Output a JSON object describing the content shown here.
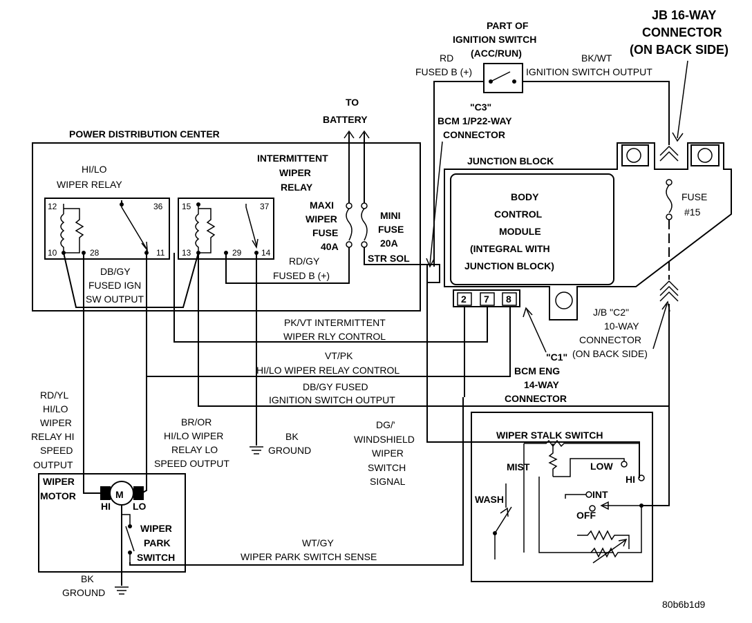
{
  "id_code": "80b6b1d9",
  "pdc": {
    "title": "POWER DISTRIBUTION CENTER",
    "hilo_relay": [
      "HI/LO",
      "WIPER RELAY"
    ],
    "hilo_pins": {
      "p12": "12",
      "p36": "36",
      "p10": "10",
      "p28": "28",
      "p11": "11"
    },
    "int_relay": [
      "INTERMITTENT",
      "WIPER",
      "RELAY"
    ],
    "int_pins": {
      "p15": "15",
      "p37": "37",
      "p13": "13",
      "p29": "29",
      "p14": "14"
    },
    "dbgy_lines": [
      "DB/GY",
      "FUSED IGN",
      "SW OUTPUT"
    ],
    "maxi_fuse": [
      "MAXI",
      "WIPER",
      "FUSE",
      "40A"
    ],
    "mini_fuse": [
      "MINI",
      "FUSE",
      "20A"
    ],
    "str_sol": "STR SOL",
    "rdgy_lines": [
      "RD/GY",
      "FUSED B (+)"
    ]
  },
  "battery": [
    "TO",
    "BATTERY"
  ],
  "ignition": {
    "title": [
      "PART OF",
      "IGNITION SWITCH",
      "(ACC/RUN)"
    ],
    "rd_lines": [
      "RD",
      "FUSED B (+)"
    ],
    "bkwt_lines": [
      "BK/WT",
      "IGNITION SWITCH OUTPUT"
    ]
  },
  "jb16": [
    "JB 16-WAY",
    "CONNECTOR",
    "(ON BACK SIDE)"
  ],
  "c3": [
    "\"C3\"",
    "BCM 1/P22-WAY",
    "CONNECTOR"
  ],
  "junction_block": {
    "title": "JUNCTION BLOCK",
    "bcm_lines": [
      "BODY",
      "CONTROL",
      "MODULE",
      "(INTEGRAL WITH",
      "JUNCTION BLOCK)"
    ],
    "fuse": [
      "FUSE",
      "#15"
    ],
    "pins": [
      "2",
      "7",
      "8"
    ]
  },
  "c2": [
    "J/B \"C2\"",
    "10-WAY",
    "CONNECTOR",
    "(ON BACK SIDE)"
  ],
  "c1": [
    "\"C1\"",
    "BCM ENG",
    "14-WAY",
    "CONNECTOR"
  ],
  "wires": {
    "pkvt": [
      "PK/VT INTERMITTENT",
      "WIPER RLY CONTROL"
    ],
    "vtpk": [
      "VT/PK",
      "HI/LO WIPER RELAY CONTROL"
    ],
    "dbgy": [
      "DB/GY FUSED",
      "IGNITION SWITCH OUTPUT"
    ],
    "rdyl": [
      "RD/YL",
      "HI/LO",
      "WIPER",
      "RELAY HI",
      "SPEED",
      "OUTPUT"
    ],
    "bror": [
      "BR/OR",
      "HI/LO WIPER",
      "RELAY LO",
      "SPEED OUTPUT"
    ],
    "bk_ground_mid": [
      "BK",
      "GROUND"
    ],
    "dg": [
      "DG/'",
      "WINDSHIELD",
      "WIPER",
      "SWITCH",
      "SIGNAL"
    ],
    "wtgy": [
      "WT/GY",
      "WIPER PARK SWITCH SENSE"
    ],
    "bk_ground_bottom": [
      "BK",
      "GROUND"
    ]
  },
  "motor": {
    "label": [
      "WIPER",
      "MOTOR"
    ],
    "symbol": "M",
    "hi": "HI",
    "lo": "LO",
    "park": [
      "WIPER",
      "PARK",
      "SWITCH"
    ]
  },
  "stalk": {
    "title": "WIPER STALK SWITCH",
    "mist": "MIST",
    "low": "LOW",
    "hi": "HI",
    "wash": "WASH",
    "int": "INT",
    "off": "OFF"
  }
}
